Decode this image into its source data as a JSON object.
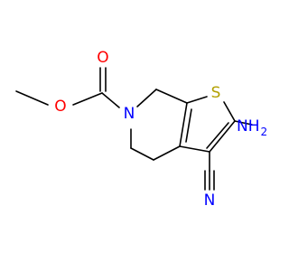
{
  "molecule": {
    "atoms": {
      "carbonyl_o": {
        "symbol": "O"
      },
      "ester_o": {
        "symbol": "O"
      },
      "ring_n": {
        "symbol": "N"
      },
      "ring_s": {
        "symbol": "S"
      },
      "amino": {
        "symbol": "NH",
        "subscript": "2"
      },
      "nitrile_n": {
        "symbol": "N"
      }
    },
    "colors": {
      "bond": "#000000",
      "oxygen": "#ff0000",
      "nitrogen": "#0000ff",
      "sulfur": "#b2a000"
    }
  }
}
